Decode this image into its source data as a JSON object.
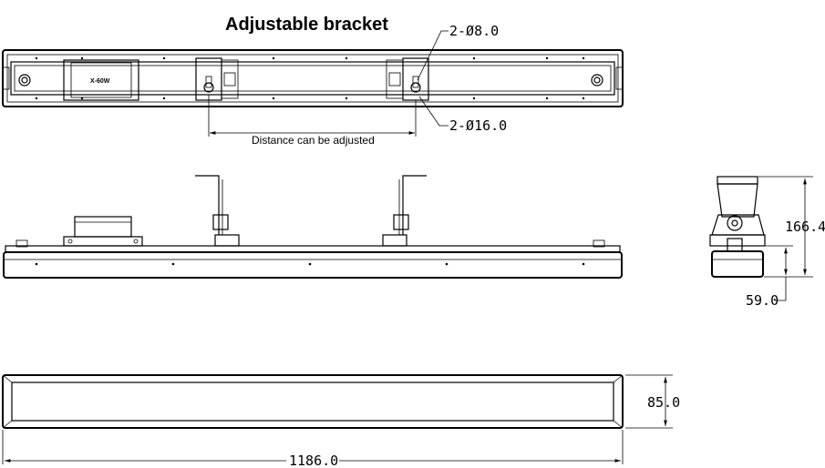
{
  "title": "Adjustable bracket",
  "driver_label": "X-60W",
  "annotations": {
    "small_hole": "2-Ø8.0",
    "large_hole": "2-Ø16.0",
    "adjust_note": "Distance can be adjusted"
  },
  "dimensions": {
    "side_height": "166.4",
    "side_width": "59.0",
    "front_height": "85.0",
    "length": "1186.0"
  }
}
